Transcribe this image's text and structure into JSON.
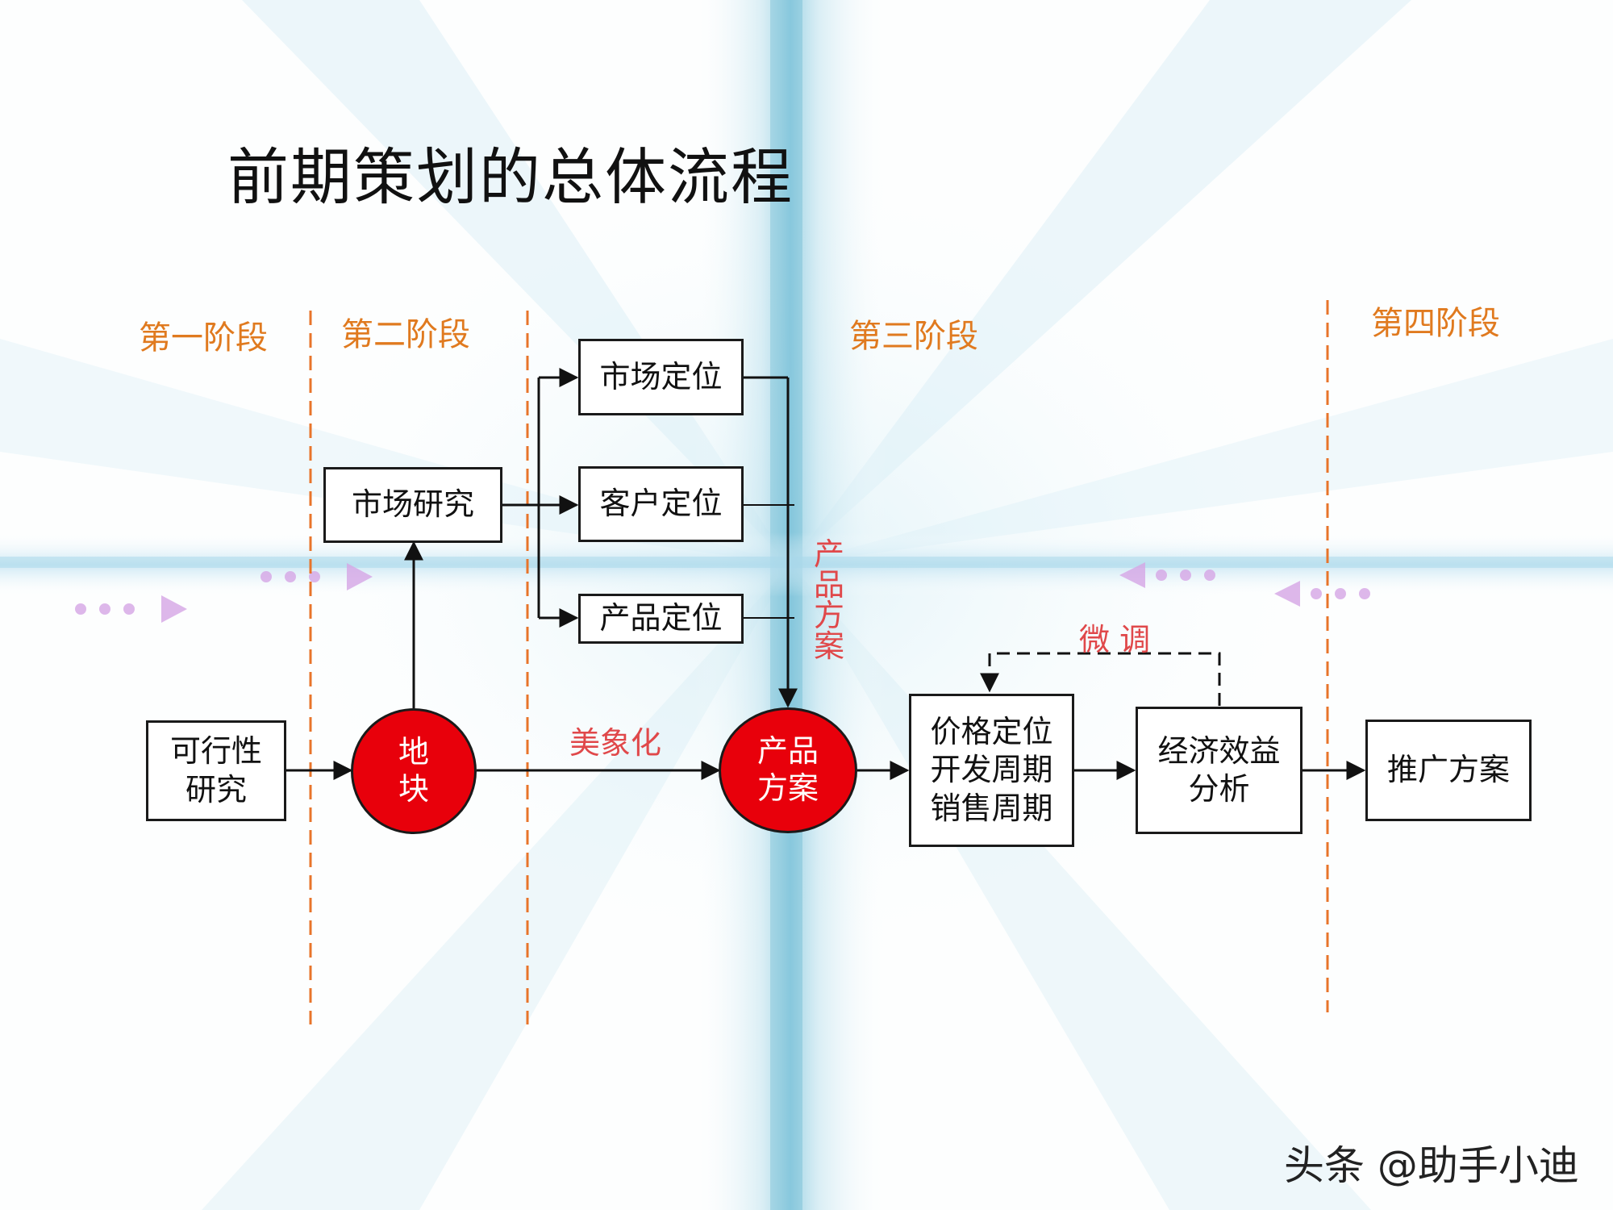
{
  "title": "前期策划的总体流程",
  "stages": [
    "第一阶段",
    "第二阶段",
    "第三阶段",
    "第四阶段"
  ],
  "nodes": {
    "feasibility": "可行性\n研究",
    "land": "地\n块",
    "market_research": "市场研究",
    "market_positioning": "市场定位",
    "customer_positioning": "客户定位",
    "product_positioning": "产品定位",
    "product_plan": "产品\n方案",
    "pricing_cycles": "价格定位\n开发周期\n销售周期",
    "economic_analysis": "经济效益\n分析",
    "promotion_plan": "推广方案"
  },
  "labels": {
    "visualize": "美象化",
    "product_plan_vertical": "产品方案",
    "fine_tune": "微 调"
  },
  "watermark": "头条 @助手小迪",
  "colors": {
    "stage_text": "#e07a1f",
    "stage_divider": "#e8742a",
    "circle_fill": "#e8000b",
    "annotation_text": "#e0484a",
    "line": "#111111"
  }
}
